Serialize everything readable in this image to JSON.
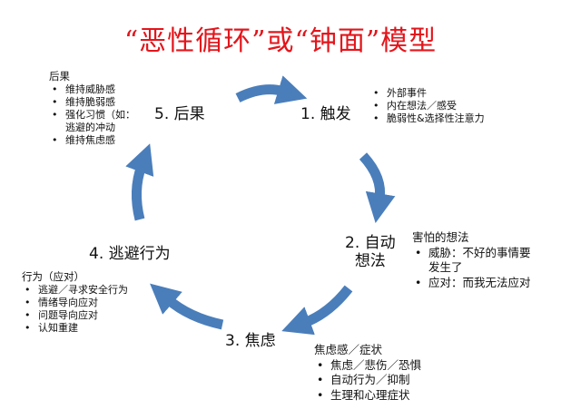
{
  "title": "“恶性循环”或“钟面”模型",
  "colors": {
    "title": "#e3151b",
    "arrow": "#4a7ebb"
  },
  "nodes": {
    "trigger": "1. 触发",
    "auto_thought_l1": "2. 自动",
    "auto_thought_l2": "想法",
    "anxiety": "3. 焦虑",
    "avoidance": "4. 逃避行为",
    "consequence": "5. 后果"
  },
  "notes": {
    "consequence": {
      "header": "后果",
      "items": [
        "维持威胁感",
        "维持脆弱感",
        "强化习惯（如：",
        "维持焦虑感"
      ],
      "item3_cont": "逃避的冲动"
    },
    "trigger": {
      "items": [
        "外部事件",
        "内在想法／感受",
        "脆弱性&选择性注意力"
      ]
    },
    "thought": {
      "header": "害怕的想法",
      "items": [
        "威胁：不好的事情要",
        "应对：而我无法应对"
      ],
      "item1_cont": "发生了"
    },
    "avoidance": {
      "header": "行为（应对）",
      "items": [
        "逃避／寻求安全行为",
        "情绪导向应对",
        "问题导向应对",
        "认知重建"
      ]
    },
    "anxiety": {
      "header": "焦虑感／症状",
      "items": [
        "焦虑／悲伤／恐惧",
        "自动行为／抑制",
        "生理和心理症状"
      ]
    }
  }
}
